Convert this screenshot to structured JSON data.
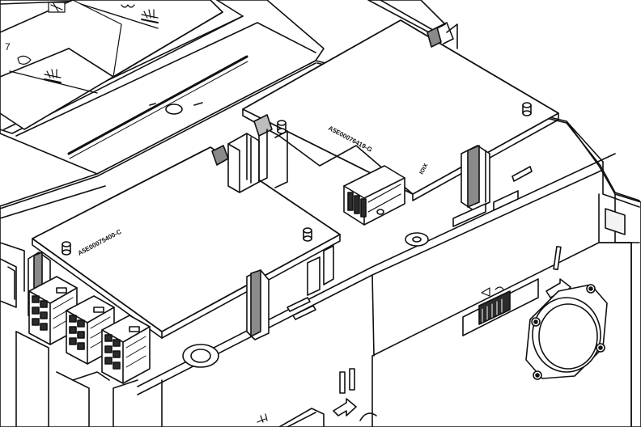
{
  "figure": {
    "board_left_label": "A5E00075400-C",
    "board_right_label": "A5E00076419-G",
    "board_right_small_label": "IOIX"
  },
  "colors": {
    "line": "#111111",
    "panel": "#ffffff",
    "shade_light": "#e6e6e6",
    "shade_mid": "#bdbdbd",
    "shade_dark": "#8a8a8a",
    "connector_dark": "#2b2b2b"
  }
}
